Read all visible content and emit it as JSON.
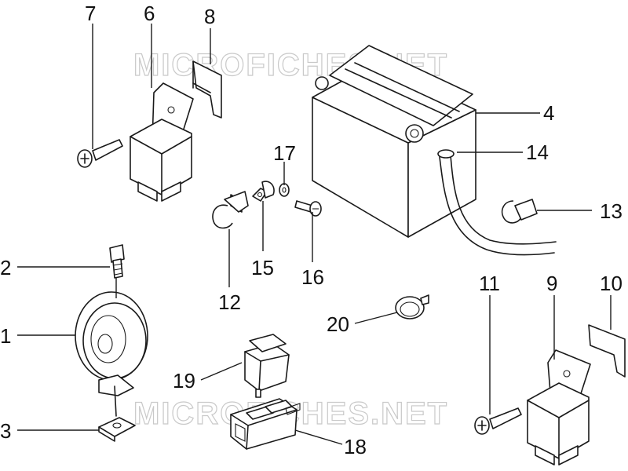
{
  "watermark": "MICROFICHES.NET",
  "callouts": {
    "c1": "1",
    "c2": "2",
    "c3": "3",
    "c4": "4",
    "c5": "6",
    "c6": "7",
    "c7": "8",
    "c8": "9",
    "c9": "10",
    "c10": "11",
    "c11": "12",
    "c12": "13",
    "c13": "14",
    "c14": "15",
    "c15": "16",
    "c16": "17",
    "c17": "18",
    "c18": "19",
    "c19": "20"
  }
}
